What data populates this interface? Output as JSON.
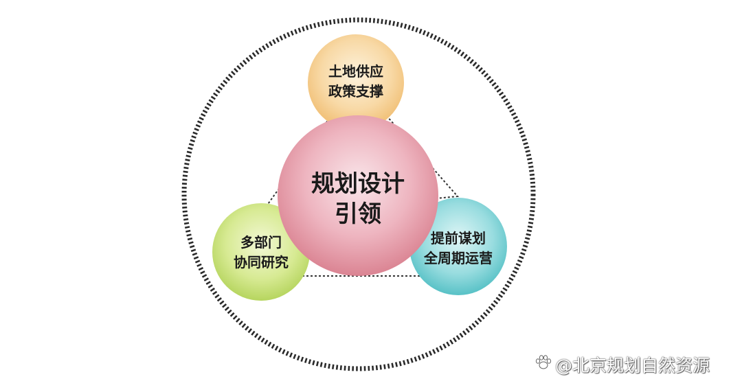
{
  "center": {
    "line1": "规划设计",
    "line2": "引领"
  },
  "top_node": {
    "line1": "土地供应",
    "line2": "政策支撑"
  },
  "left_node": {
    "line1": "多部门",
    "line2": "协同研究"
  },
  "right_node": {
    "line1": "提前谋划",
    "line2": "全周期运营"
  },
  "watermark": {
    "text": "@北京规划自然资源",
    "icon": "paw-icon"
  },
  "colors": {
    "center": "#e8a3b0",
    "top": "#f6d39a",
    "left": "#c9e37a",
    "right": "#7fd3d6",
    "ring": "#2a2a2a"
  }
}
